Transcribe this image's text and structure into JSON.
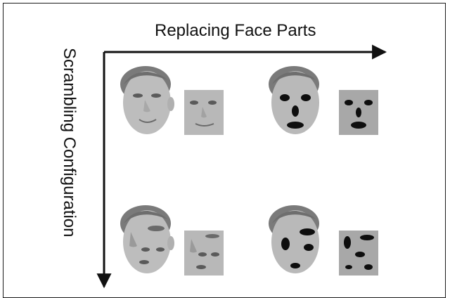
{
  "figure": {
    "x_axis_label": "Replacing Face Parts",
    "y_axis_label": "Scrambling Configuration"
  },
  "panels": [
    {
      "id": "original",
      "face_style": "natural",
      "parts": "original"
    },
    {
      "id": "replaced",
      "face_style": "synthetic",
      "parts": "black-ovals"
    },
    {
      "id": "scrambled",
      "face_style": "natural",
      "parts": "scrambled"
    },
    {
      "id": "replaced-scrambled",
      "face_style": "synthetic",
      "parts": "black-ovals-scrambled"
    }
  ],
  "colors": {
    "skin": "#b9b9b9",
    "skin_dark": "#9a9a9a",
    "hair": "#7a7a7a",
    "crop_bg": "#a8a8a8",
    "feature": "#0e0e0e",
    "axis": "#111111"
  }
}
